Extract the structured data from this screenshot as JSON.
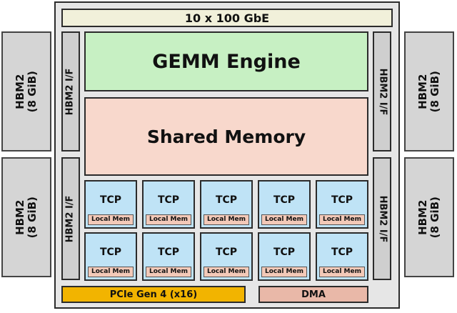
{
  "network": {
    "label": "10 x 100 GbE",
    "color": "#f1f0da"
  },
  "gemm": {
    "label": "GEMM Engine",
    "color": "#c7f0c3"
  },
  "shared": {
    "label": "Shared Memory",
    "color": "#f8d8cc"
  },
  "hbm_external": [
    {
      "line1": "HBM2",
      "line2": "(8 GiB)"
    },
    {
      "line1": "HBM2",
      "line2": "(8 GiB)"
    },
    {
      "line1": "HBM2",
      "line2": "(8 GiB)"
    },
    {
      "line1": "HBM2",
      "line2": "(8 GiB)"
    }
  ],
  "hbm_interface": [
    "HBM2 I/F",
    "HBM2 I/F",
    "HBM2 I/F",
    "HBM2 I/F"
  ],
  "tcp": {
    "label": "TCP",
    "local_mem_label": "Local Mem",
    "rows": 2,
    "cols": 5
  },
  "pcie": {
    "label": "PCIe Gen 4 (x16)",
    "color": "#f2b400"
  },
  "dma": {
    "label": "DMA",
    "color": "#e9b8a8"
  }
}
